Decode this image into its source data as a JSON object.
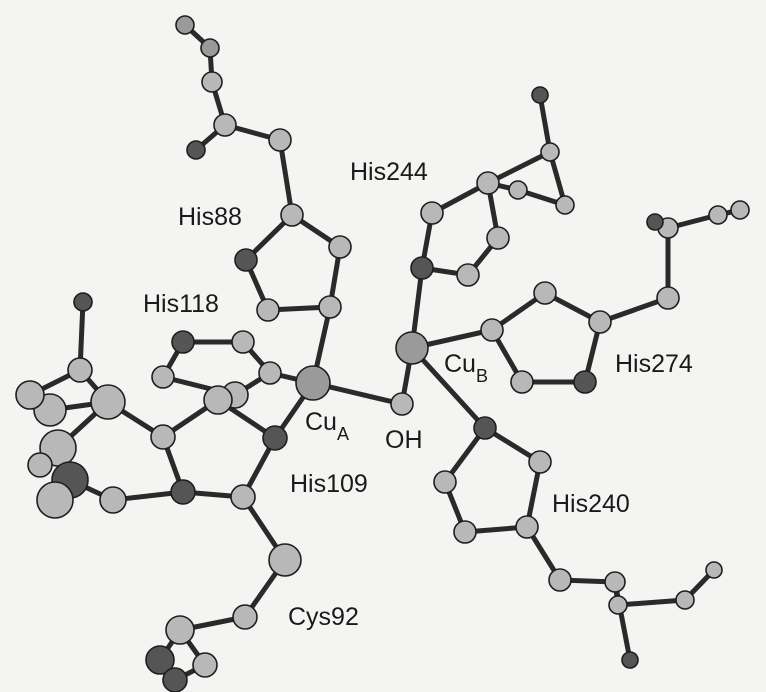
{
  "residues": {
    "his88": "His88",
    "his244": "His244",
    "his118": "His118",
    "his274": "His274",
    "his109": "His109",
    "his240": "His240",
    "cys92": "Cys92"
  },
  "metals": {
    "cu_a": {
      "symbol": "Cu",
      "subscript": "A"
    },
    "cu_b": {
      "symbol": "Cu",
      "subscript": "B"
    }
  },
  "bridge": "OH",
  "colors": {
    "background": "#f4f4f2",
    "bond": "#2a2a2a",
    "atom_light": "#b8b8b8",
    "atom_mid": "#9a9a9a",
    "atom_dark": "#555555"
  }
}
